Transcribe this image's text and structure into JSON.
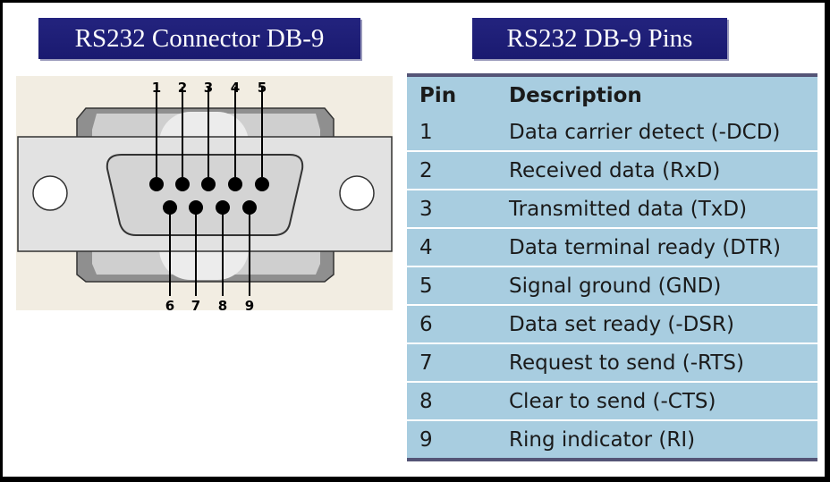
{
  "left_title": "RS232 Connector DB-9",
  "right_title": "RS232 DB-9 Pins",
  "connector": {
    "top_pins": [
      "1",
      "2",
      "3",
      "4",
      "5"
    ],
    "bottom_pins": [
      "6",
      "7",
      "8",
      "9"
    ]
  },
  "table": {
    "headers": {
      "pin": "Pin",
      "description": "Description"
    },
    "rows": [
      {
        "pin": "1",
        "description": "Data carrier detect (-DCD)"
      },
      {
        "pin": "2",
        "description": "Received data (RxD)"
      },
      {
        "pin": "3",
        "description": "Transmitted data (TxD)"
      },
      {
        "pin": "4",
        "description": "Data terminal ready (DTR)"
      },
      {
        "pin": "5",
        "description": "Signal ground (GND)"
      },
      {
        "pin": "6",
        "description": "Data set ready (-DSR)"
      },
      {
        "pin": "7",
        "description": "Request to send (-RTS)"
      },
      {
        "pin": "8",
        "description": "Clear to send (-CTS)"
      },
      {
        "pin": "9",
        "description": "Ring indicator (RI)"
      }
    ]
  }
}
